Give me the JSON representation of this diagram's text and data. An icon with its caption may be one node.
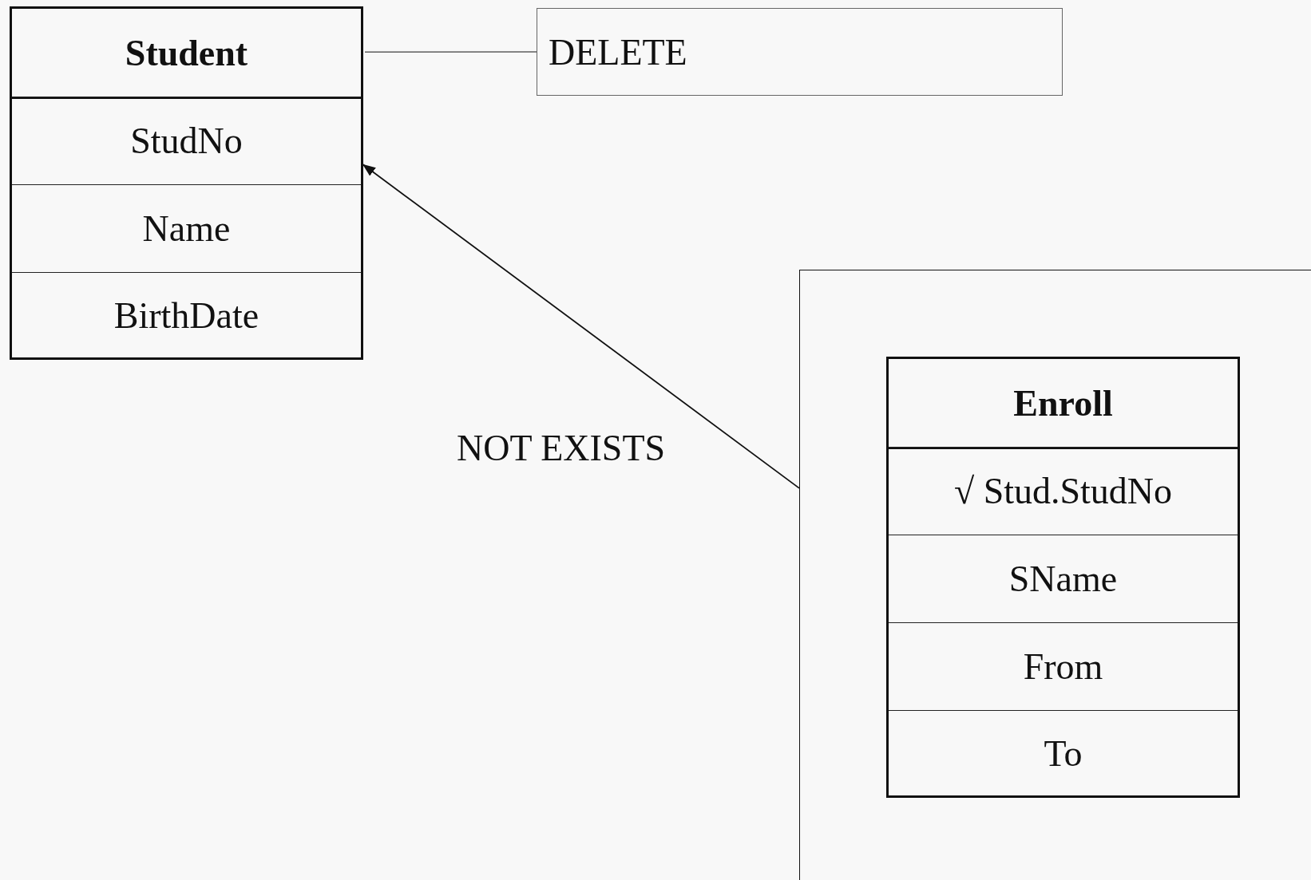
{
  "diagram": {
    "nodes": [
      {
        "text": [
          "Student"
        ]
      },
      {
        "text": [
          "StudNo"
        ],
        "in": 0
      },
      {
        "text": [
          "Name"
        ],
        "in": 0
      },
      {
        "text": [
          "BirthDate"
        ],
        "in": 0
      },
      {
        "text": [
          "DELETE"
        ]
      },
      {
        "text": [],
        "shape": "box"
      },
      {
        "text": [
          "Enroll"
        ],
        "in": 5
      },
      {
        "text": [
          "√ Stud.StudNo"
        ],
        "in": 6
      },
      {
        "text": [
          "SName"
        ],
        "in": 6
      },
      {
        "text": [
          "From"
        ],
        "in": 6
      },
      {
        "text": [
          "To"
        ],
        "in": 6
      }
    ],
    "edges": [
      {
        "from": 4,
        "to": 0,
        "arrow": "none"
      },
      {
        "from": 5,
        "to": 1,
        "arrow": "to",
        "label": "NOT EXISTS"
      }
    ]
  }
}
